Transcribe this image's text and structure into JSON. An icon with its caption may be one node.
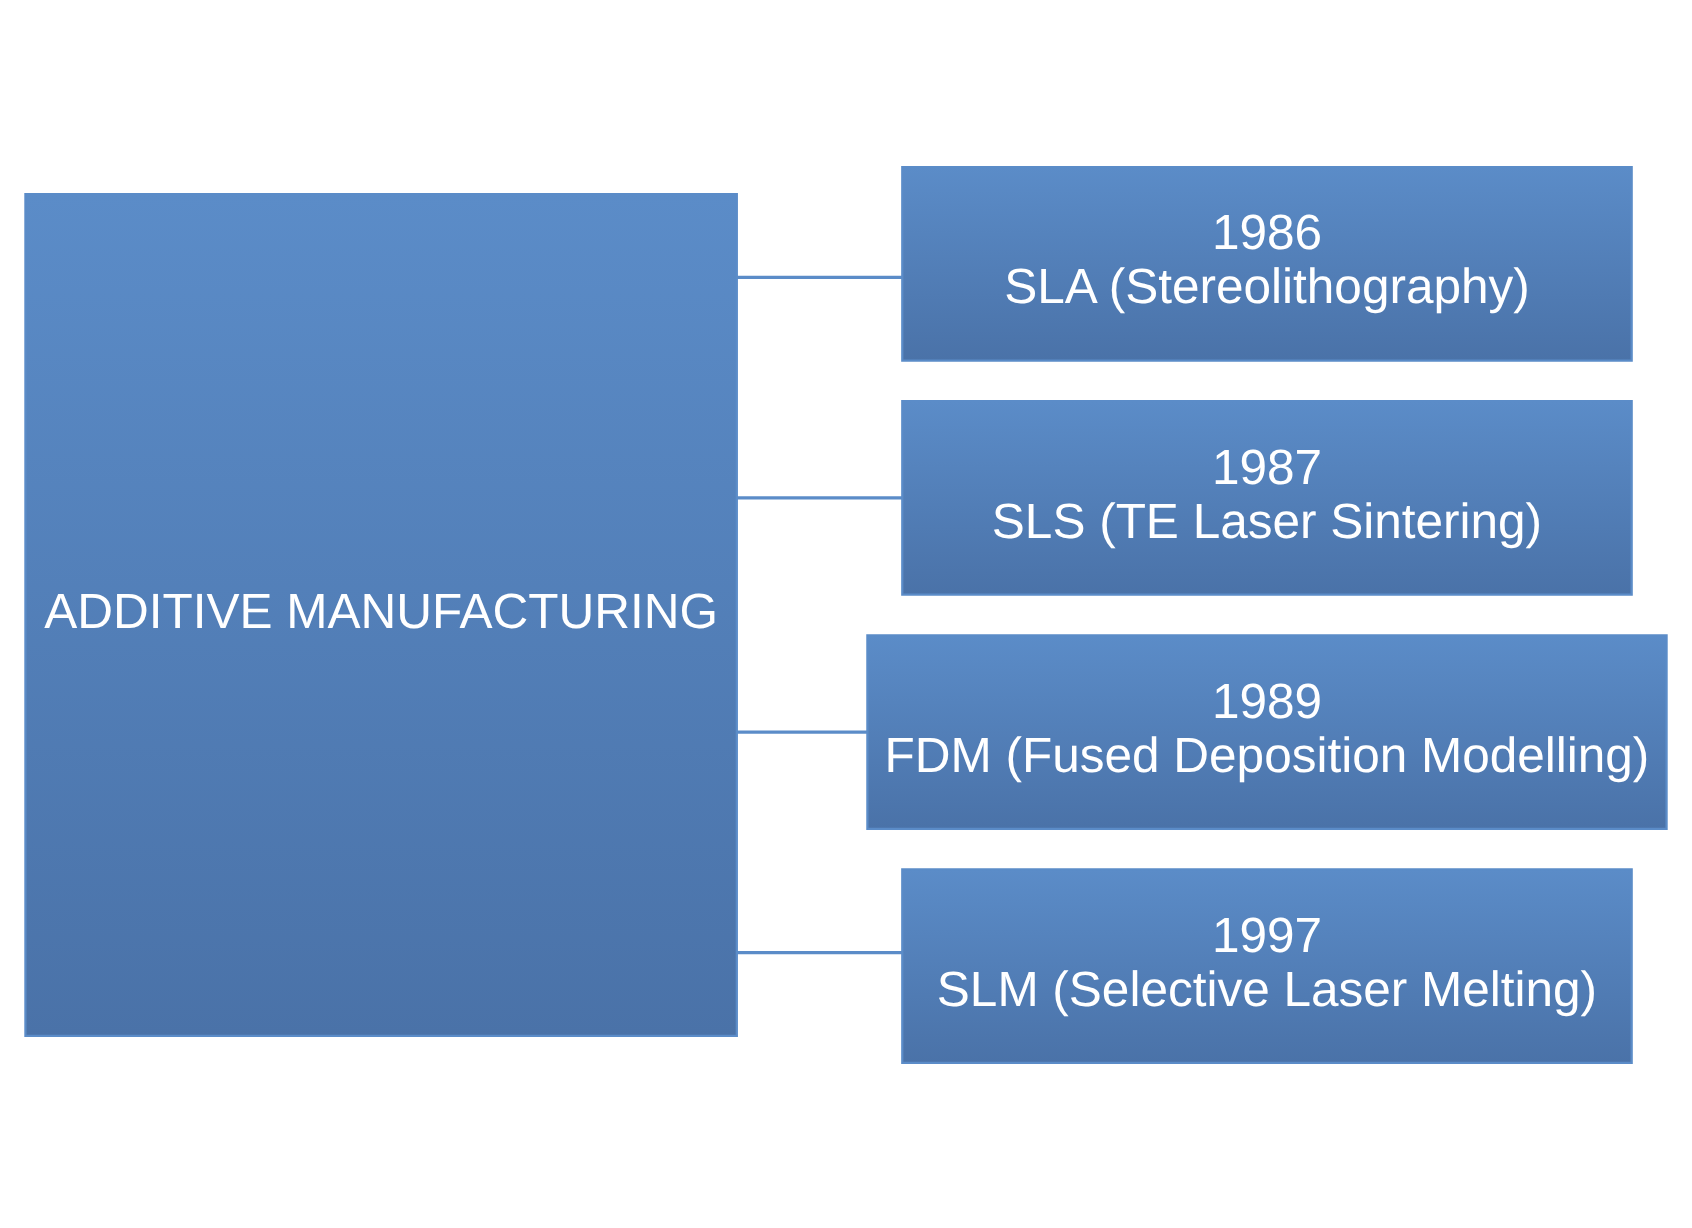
{
  "diagram": {
    "nodes": [
      {
        "text": [
          "ADDITIVE MANUFACTURING"
        ]
      },
      {
        "text": [
          "1986",
          "SLA (Stereolithography)"
        ]
      },
      {
        "text": [
          "1987",
          "SLS (TE Laser Sintering)"
        ]
      },
      {
        "text": [
          "1989",
          "FDM (Fused Deposition Modelling)"
        ]
      },
      {
        "text": [
          "1997",
          "SLM (Selective Laser Melting)"
        ]
      }
    ],
    "edges": [
      {
        "from": 0,
        "to": 1,
        "arrow": "none"
      },
      {
        "from": 0,
        "to": 2,
        "arrow": "none"
      },
      {
        "from": 0,
        "to": 3,
        "arrow": "none"
      },
      {
        "from": 0,
        "to": 4,
        "arrow": "none"
      }
    ]
  }
}
